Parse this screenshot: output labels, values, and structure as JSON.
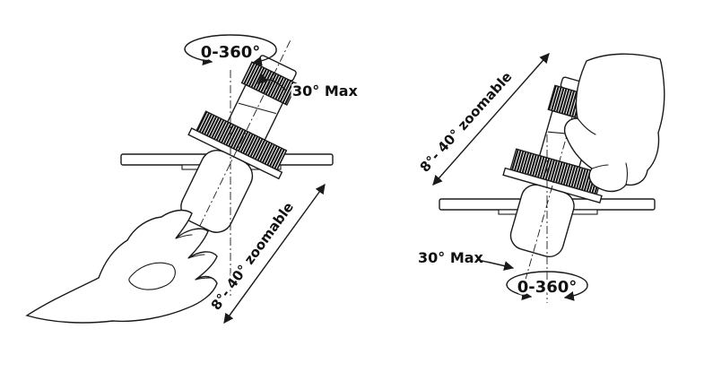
{
  "colors": {
    "ink": "#1a1a1a",
    "background": "#ffffff"
  },
  "panels": {
    "left": {
      "rotation_label": "0-360°",
      "tilt_label": "30° Max",
      "zoom_label": "8°- 40° zoomable"
    },
    "right": {
      "rotation_label": "0-360°",
      "tilt_label": "30° Max",
      "zoom_label": "8°- 40° zoomable"
    }
  }
}
